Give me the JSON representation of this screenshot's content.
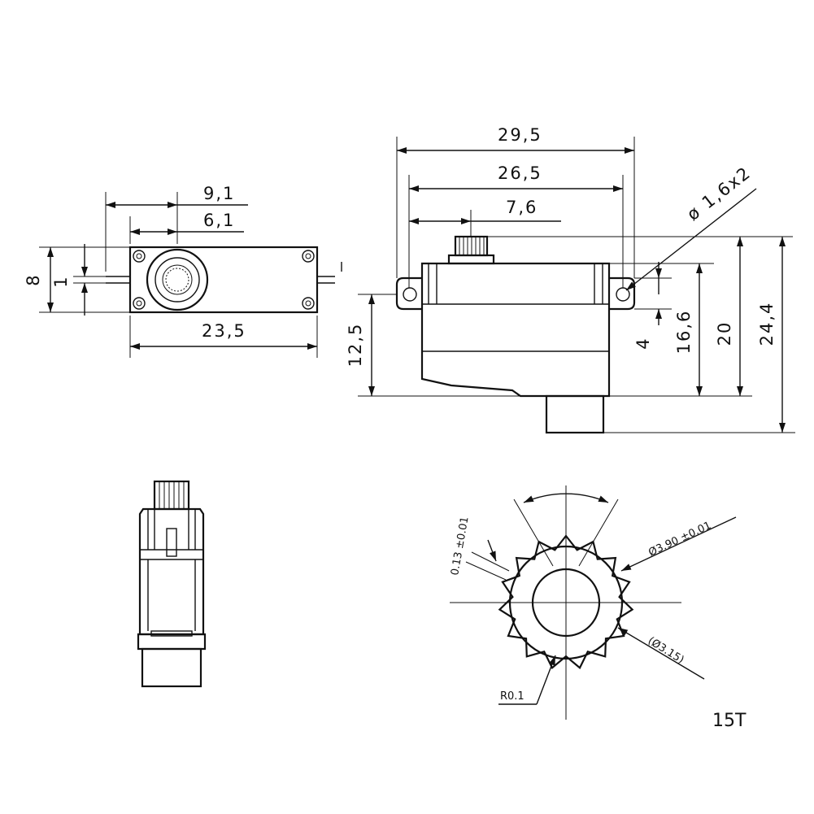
{
  "top_view": {
    "dim_9_1": "9,1",
    "dim_6_1": "6,1",
    "dim_23_5": "23,5",
    "dim_8": "8",
    "dim_1": "1"
  },
  "side_view": {
    "dim_29_5": "29,5",
    "dim_26_5": "26,5",
    "dim_7_6": "7,6",
    "hole_callout": "ø 1,6x2",
    "dim_12_5": "12,5",
    "dim_4": "4",
    "dim_16_6": "16,6",
    "dim_20": "20",
    "dim_24_4": "24,4"
  },
  "spline_detail": {
    "tooth_width": "0.13 ±0.01",
    "outer_diameter": "Ø3.90 ±0.01",
    "root_diameter": "(Ø3.15)",
    "root_radius": "R0.1",
    "tooth_count": "15T"
  }
}
